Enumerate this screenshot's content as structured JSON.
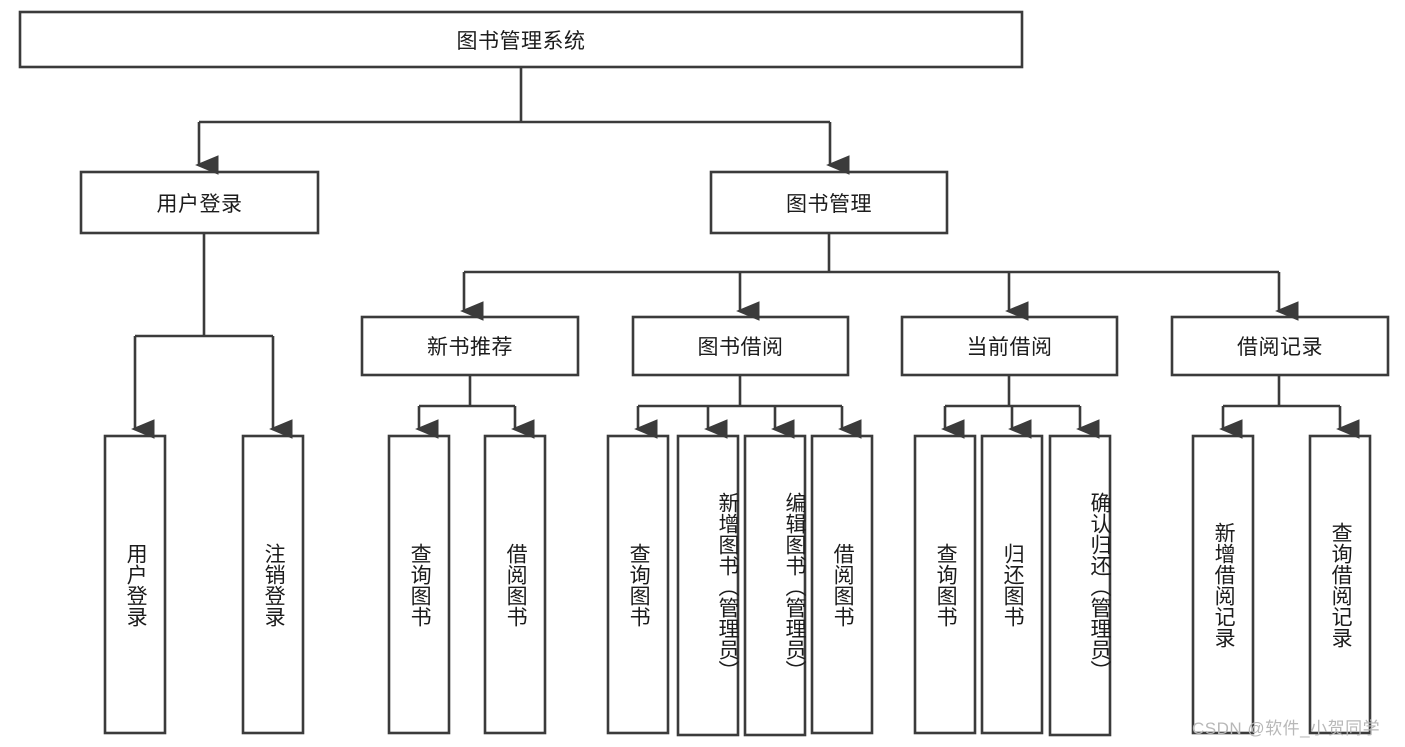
{
  "diagram": {
    "type": "hierarchy-tree",
    "title": "图书管理系统",
    "root": {
      "label": "图书管理系统"
    },
    "level2": [
      {
        "label": "用户登录"
      },
      {
        "label": "图书管理"
      }
    ],
    "level3": [
      {
        "label": "新书推荐"
      },
      {
        "label": "图书借阅"
      },
      {
        "label": "当前借阅"
      },
      {
        "label": "借阅记录"
      }
    ],
    "leaves": {
      "user_login": [
        {
          "label": "用户登录"
        },
        {
          "label": "注销登录"
        }
      ],
      "new_book_recommend": [
        {
          "label": "查询图书"
        },
        {
          "label": "借阅图书"
        }
      ],
      "book_borrow": [
        {
          "label": "查询图书"
        },
        {
          "label": "新增图书（管理员）"
        },
        {
          "label": "编辑图书（管理员）"
        },
        {
          "label": "借阅图书"
        }
      ],
      "current_borrow": [
        {
          "label": "查询图书"
        },
        {
          "label": "归还图书"
        },
        {
          "label": "确认归还（管理员）"
        }
      ],
      "borrow_record": [
        {
          "label": "新增借阅记录"
        },
        {
          "label": "查询借阅记录"
        }
      ]
    }
  },
  "watermark": {
    "text": "CSDN @软件_小贺同学"
  },
  "colors": {
    "stroke": "#3b3b3b",
    "box_fill": "#ffffff",
    "text": "#1c1c1c",
    "watermark": "#b8b8b8",
    "background": "#ffffff"
  }
}
